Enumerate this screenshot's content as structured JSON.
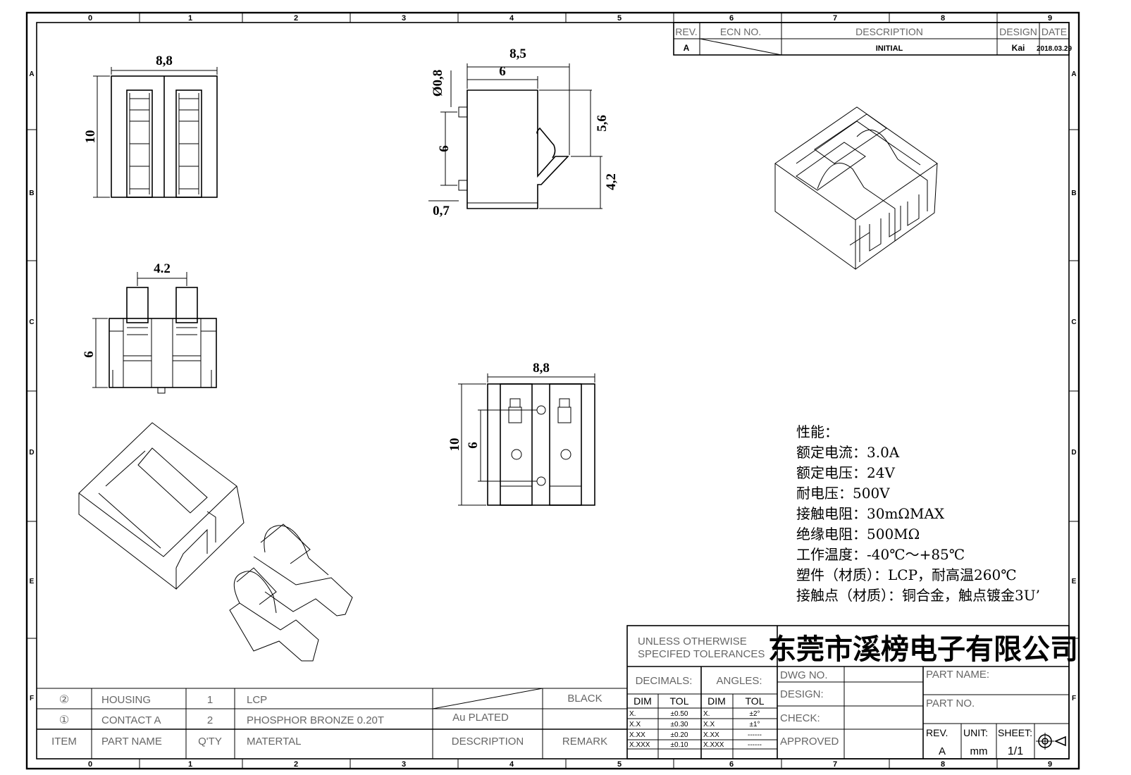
{
  "frame": {
    "top_numbers": [
      "0",
      "1",
      "2",
      "3",
      "4",
      "5",
      "6",
      "7",
      "8",
      "9"
    ],
    "side_letters": [
      "A",
      "B",
      "C",
      "D",
      "E",
      "F"
    ]
  },
  "revision": {
    "headers": [
      "REV.",
      "ECN NO.",
      "DESCRIPTION",
      "DESIGN",
      "DATE"
    ],
    "row": {
      "rev": "A",
      "description": "INITIAL",
      "design": "Kai",
      "date": "2018.03.29"
    }
  },
  "dimensions": {
    "top_width": "8,8",
    "top_height": "10",
    "side_total": "8,5",
    "side_body": "6",
    "side_hole": "Ø0,8",
    "side_pitch": "6",
    "side_upper": "5,6",
    "side_lower": "4,2",
    "side_pin": "0,7",
    "front_pitch": "4.2",
    "front_height": "6",
    "bottom_width": "8,8",
    "bottom_height": "10",
    "bottom_pitch": "6"
  },
  "specs": {
    "title": "性能：",
    "lines": [
      "额定电流：3.0A",
      "额定电压：24V",
      "耐电压：500V",
      "接触电阻：30mΩMAX",
      "绝缘电阻：500MΩ",
      "工作温度：-40℃～+85℃",
      "塑件（材质）：LCP，耐高温260℃",
      "接触点（材质）：铜合金，触点镀金3U’"
    ]
  },
  "bom": {
    "rows": [
      {
        "item": "②",
        "name": "HOUSING",
        "qty": "1",
        "material": "LCP",
        "description": "",
        "remark": "BLACK"
      },
      {
        "item": "①",
        "name": "CONTACT A",
        "qty": "2",
        "material": "PHOSPHOR BRONZE 0.20T",
        "description": "Au PLATED",
        "remark": ""
      }
    ],
    "header": {
      "item": "ITEM",
      "name": "PART NAME",
      "qty": "Q'TY",
      "material": "MATERTAL",
      "description": "DESCRIPTION",
      "remark": "REMARK"
    }
  },
  "title_block": {
    "tolerance_line1": "UNLESS OTHERWISE",
    "tolerance_line2": "SPECIFED TOLERANCES",
    "company": "东莞市溪榜电子有限公司",
    "decimals": "DECIMALS:",
    "angles": "ANGLES:",
    "dim": "DIM",
    "tol": "TOL",
    "decimal_rows": [
      [
        "X.",
        "±0.50"
      ],
      [
        "X.X",
        "±0.30"
      ],
      [
        "X.XX",
        "±0.20"
      ],
      [
        "X.XXX",
        "±0.10"
      ]
    ],
    "angle_rows": [
      [
        "X.",
        "±2°"
      ],
      [
        "X.X",
        "±1°"
      ],
      [
        "X.XX",
        "------"
      ],
      [
        "X.XXX",
        "------"
      ]
    ],
    "dwg_no": "DWG NO.",
    "design": "DESIGN:",
    "check": "CHECK:",
    "approved": "APPROVED",
    "part_name": "PART NAME:",
    "part_no": "PART NO.",
    "rev_label": "REV.",
    "rev": "A",
    "unit_label": "UNIT:",
    "unit": "mm",
    "sheet_label": "SHEET:",
    "sheet": "1/1"
  }
}
